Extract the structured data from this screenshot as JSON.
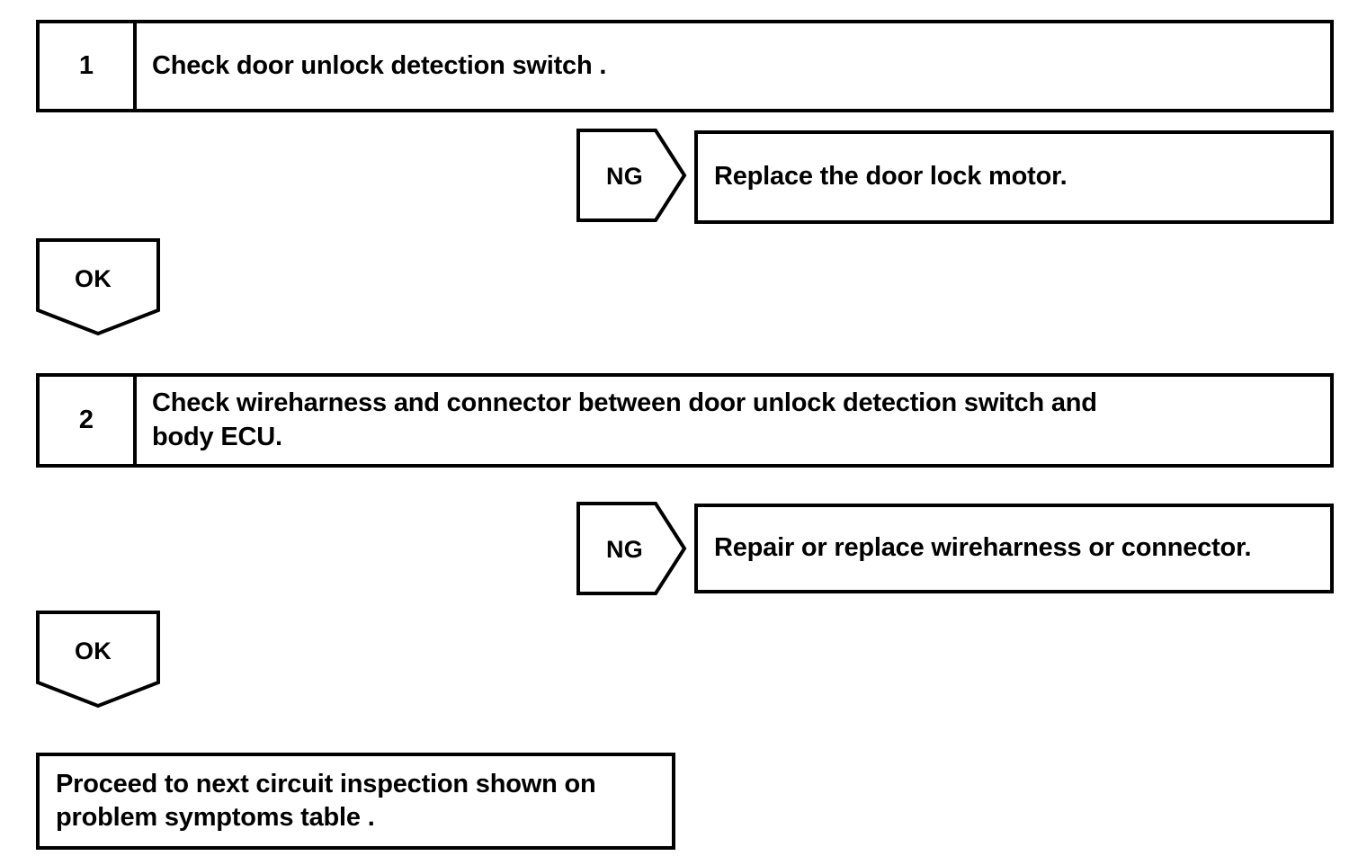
{
  "document": {
    "type": "troubleshooting-flowchart",
    "title": "Door unlock detection switch inspection flow",
    "ink_color": "#000000",
    "background_color": "#ffffff"
  },
  "steps": [
    {
      "number": "1",
      "instruction": "Check door unlock detection switch ."
    },
    {
      "number": "2",
      "instruction": "Check wireharness and connector between door unlock detection switch and\nbody ECU."
    }
  ],
  "branches": [
    {
      "result_label": "NG",
      "action": "Replace the door lock motor."
    },
    {
      "result_label": "OK",
      "action": ""
    },
    {
      "result_label": "NG",
      "action": "Repair or replace wireharness or connector."
    },
    {
      "result_label": "OK",
      "action": ""
    }
  ],
  "labels": {
    "ng": "NG",
    "ok": "OK"
  },
  "final_box": {
    "text": "Proceed to next circuit inspection shown on\nproblem symptoms table ."
  }
}
